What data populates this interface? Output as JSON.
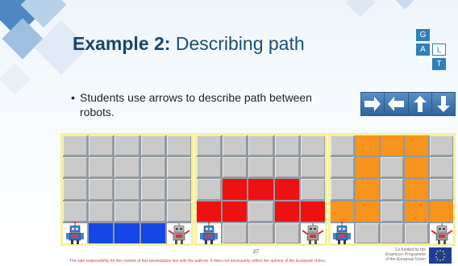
{
  "title": {
    "bold": "Example 2:",
    "rest": " Describing path"
  },
  "bullet": {
    "marker": "•",
    "text": "Students use arrows to describe path between robots."
  },
  "logo": {
    "letters": [
      "G",
      "L",
      "A",
      "T"
    ]
  },
  "arrows": [
    "right-arrow",
    "left-arrow",
    "up-arrow",
    "down-arrow"
  ],
  "boards": [
    {
      "name": "board-1",
      "cols": 5,
      "rows": 5,
      "cells": [
        [
          "grey",
          "grey",
          "grey",
          "grey",
          "grey"
        ],
        [
          "grey",
          "grey",
          "grey",
          "grey",
          "grey"
        ],
        [
          "grey",
          "grey",
          "grey",
          "grey",
          "grey"
        ],
        [
          "grey",
          "grey",
          "grey",
          "grey",
          "grey"
        ],
        [
          "white",
          "blue",
          "blue",
          "blue",
          "white"
        ]
      ],
      "robots": [
        {
          "icon": "blue-robot-icon",
          "row": 4,
          "col": 0
        },
        {
          "icon": "grey-robot-icon",
          "row": 4,
          "col": 4
        }
      ]
    },
    {
      "name": "board-2",
      "cols": 5,
      "rows": 5,
      "cells": [
        [
          "grey",
          "grey",
          "grey",
          "grey",
          "grey"
        ],
        [
          "grey",
          "grey",
          "grey",
          "grey",
          "grey"
        ],
        [
          "grey",
          "red",
          "red",
          "red",
          "grey"
        ],
        [
          "red",
          "red",
          "grey",
          "red",
          "red"
        ],
        [
          "white",
          "grey",
          "grey",
          "grey",
          "white"
        ]
      ],
      "robots": [
        {
          "icon": "blue-robot-icon",
          "row": 4,
          "col": 0
        },
        {
          "icon": "grey-robot-icon",
          "row": 4,
          "col": 4
        }
      ]
    },
    {
      "name": "board-3",
      "cols": 5,
      "rows": 5,
      "cells": [
        [
          "grey",
          "orange",
          "orange",
          "orange",
          "grey"
        ],
        [
          "grey",
          "orange",
          "grey",
          "orange",
          "grey"
        ],
        [
          "grey",
          "orange",
          "grey",
          "orange",
          "grey"
        ],
        [
          "orange",
          "orange",
          "grey",
          "orange",
          "orange"
        ],
        [
          "white",
          "grey",
          "grey",
          "grey",
          "white"
        ]
      ],
      "robots": [
        {
          "icon": "blue-robot-icon",
          "row": 4,
          "col": 0
        },
        {
          "icon": "grey-robot-icon",
          "row": 4,
          "col": 4
        }
      ]
    }
  ],
  "footer": {
    "page_number": "27",
    "disclaimer": "The sole responsibility for the content of this presentation lies with the authors. It does not necessarily reflect the opinion of the European Union.",
    "cofunded": [
      "Co-funded by the",
      "Erasmus+ Programme",
      "of the European Union"
    ]
  },
  "colors": {
    "blue": "#1447e6",
    "red": "#ee1111",
    "orange": "#f7941d",
    "board_border": "#f5f19a",
    "title": "#1d4f73"
  }
}
